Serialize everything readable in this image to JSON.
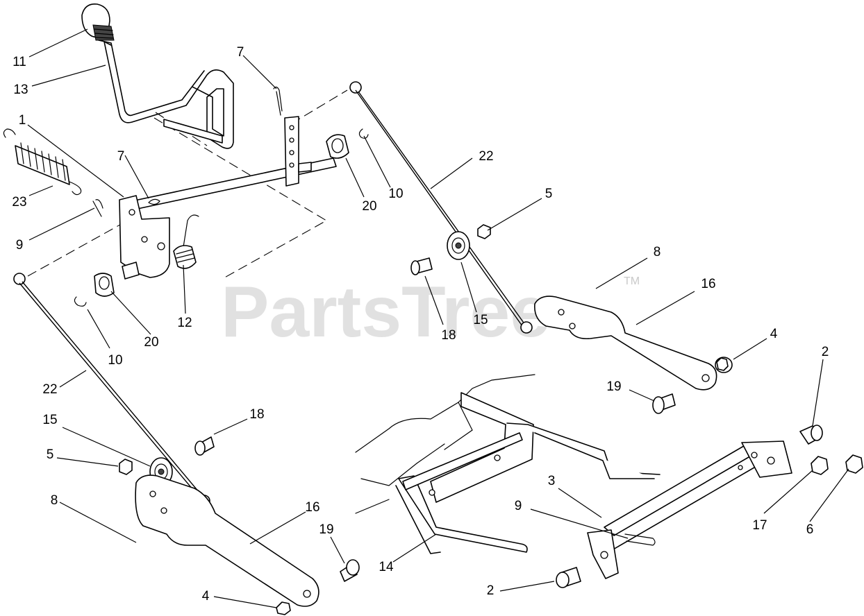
{
  "watermark": {
    "text": "PartsTree",
    "trademark": "TM",
    "color": "#c9c9c9"
  },
  "callouts": [
    {
      "label": "11"
    },
    {
      "label": "13"
    },
    {
      "label": "7"
    },
    {
      "label": "1"
    },
    {
      "label": "7"
    },
    {
      "label": "23"
    },
    {
      "label": "9"
    },
    {
      "label": "20"
    },
    {
      "label": "10"
    },
    {
      "label": "20"
    },
    {
      "label": "10"
    },
    {
      "label": "12"
    },
    {
      "label": "22"
    },
    {
      "label": "5"
    },
    {
      "label": "8"
    },
    {
      "label": "16"
    },
    {
      "label": "18"
    },
    {
      "label": "15"
    },
    {
      "label": "4"
    },
    {
      "label": "2"
    },
    {
      "label": "19"
    },
    {
      "label": "22"
    },
    {
      "label": "15"
    },
    {
      "label": "18"
    },
    {
      "label": "5"
    },
    {
      "label": "8"
    },
    {
      "label": "16"
    },
    {
      "label": "19"
    },
    {
      "label": "4"
    },
    {
      "label": "14"
    },
    {
      "label": "9"
    },
    {
      "label": "3"
    },
    {
      "label": "2"
    },
    {
      "label": "17"
    },
    {
      "label": "6"
    }
  ]
}
